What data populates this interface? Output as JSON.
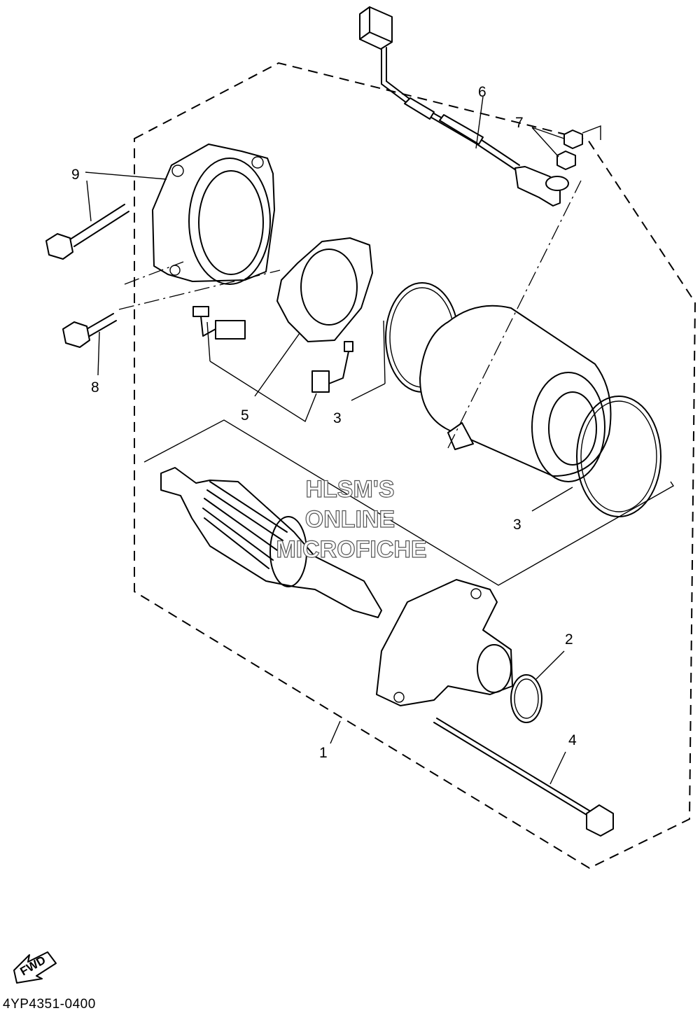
{
  "callouts": {
    "c1": "1",
    "c2": "2",
    "c3a": "3",
    "c3b": "3",
    "c4": "4",
    "c5": "5",
    "c6": "6",
    "c7": "7",
    "c8": "8",
    "c9": "9"
  },
  "watermark": {
    "line1": "HLSM'S",
    "line2": "ONLINE",
    "line3": "MICROFICHE"
  },
  "fwd_label": "FWD",
  "diagram_code": "4YP4351-0400"
}
